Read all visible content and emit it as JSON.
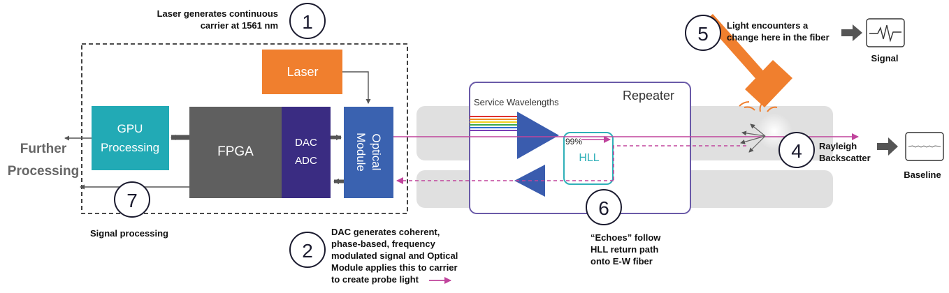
{
  "steps": {
    "s1": {
      "num": "1",
      "line1": "Laser generates continuous",
      "line2": "carrier at 1561 nm"
    },
    "s2": {
      "num": "2",
      "lines": [
        "DAC generates coherent,",
        "phase-based, frequency",
        "modulated signal and Optical",
        "Module applies this to carrier",
        "to create probe light"
      ]
    },
    "s4": {
      "num": "4",
      "line1": "Rayleigh",
      "line2": "Backscatter"
    },
    "s5": {
      "num": "5",
      "line1": "Light encounters a",
      "line2": "change here in the fiber"
    },
    "s6": {
      "num": "6",
      "lines": [
        "“Echoes” follow",
        "HLL return path",
        "onto E-W fiber"
      ]
    },
    "s7": {
      "num": "7",
      "label": "Signal processing"
    }
  },
  "blocks": {
    "laser": "Laser",
    "gpu_line1": "GPU",
    "gpu_line2": "Processing",
    "fpga": "FPGA",
    "dac": "DAC",
    "adc": "ADC",
    "optical_line1": "Optical",
    "optical_line2": "Module",
    "repeater": "Repeater",
    "service_wavelengths": "Service Wavelengths",
    "hll": "HLL",
    "pct": "99%"
  },
  "further_processing": {
    "line1": "Further",
    "line2": "Processing"
  },
  "signal_label": "Signal",
  "baseline_label": "Baseline",
  "icons": [
    "hammer-icon",
    "signal-waveform-icon",
    "baseline-waveform-icon",
    "scatter-arrows-icon"
  ],
  "colors": {
    "laser": "#f07f2e",
    "gpu": "#22aab5",
    "fpga": "#5f5f5f",
    "dac_adc": "#3a2c82",
    "optical": "#3a62b0",
    "repeater_border": "#6a5aa8",
    "hll_border": "#2fb0b8",
    "amplifier": "#3a5cae",
    "probe_light": "#c0449c",
    "hammer": "#f07f2e",
    "fiber": "#e0e0e0",
    "arrow": "#555555",
    "text": "#1a1a2e"
  }
}
